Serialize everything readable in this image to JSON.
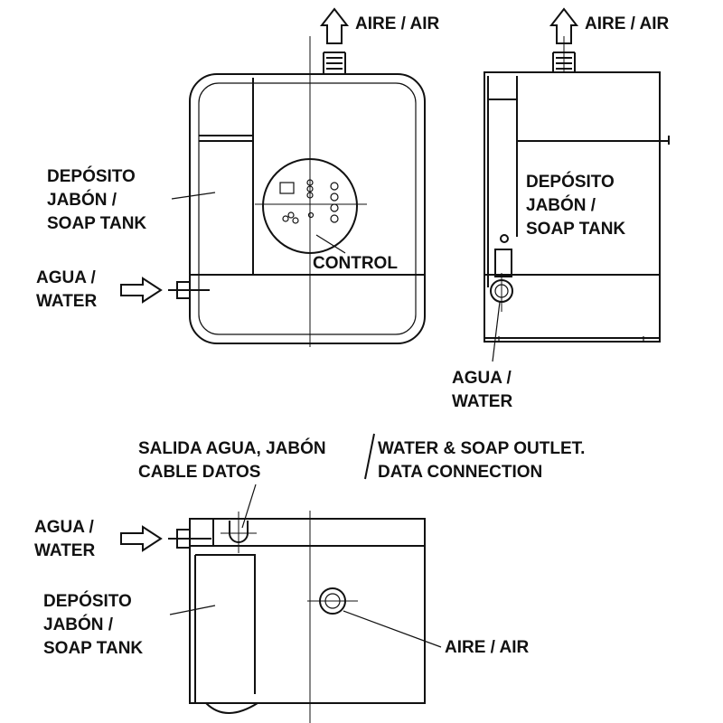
{
  "labels": {
    "front_air": "AIRE / AIR",
    "side_air": "AIRE / AIR",
    "front_soap_1": "DEPÓSITO",
    "front_soap_2": "JABÓN /",
    "front_soap_3": "SOAP TANK",
    "front_control": "CONTROL",
    "front_water_1": "AGUA /",
    "front_water_2": "WATER",
    "side_soap_1": "DEPÓSITO",
    "side_soap_2": "JABÓN /",
    "side_soap_3": "SOAP TANK",
    "side_water_1": "AGUA /",
    "side_water_2": "WATER",
    "outlet_es_1": "SALIDA AGUA, JABÓN",
    "outlet_es_2": "CABLE DATOS",
    "outlet_en_1": "WATER & SOAP OUTLET.",
    "outlet_en_2": "DATA CONNECTION",
    "bottom_water_1": "AGUA /",
    "bottom_water_2": "WATER",
    "bottom_soap_1": "DEPÓSITO",
    "bottom_soap_2": "JABÓN /",
    "bottom_soap_3": "SOAP TANK",
    "bottom_air": "AIRE / AIR"
  },
  "colors": {
    "line": "#111111",
    "background": "#ffffff"
  }
}
